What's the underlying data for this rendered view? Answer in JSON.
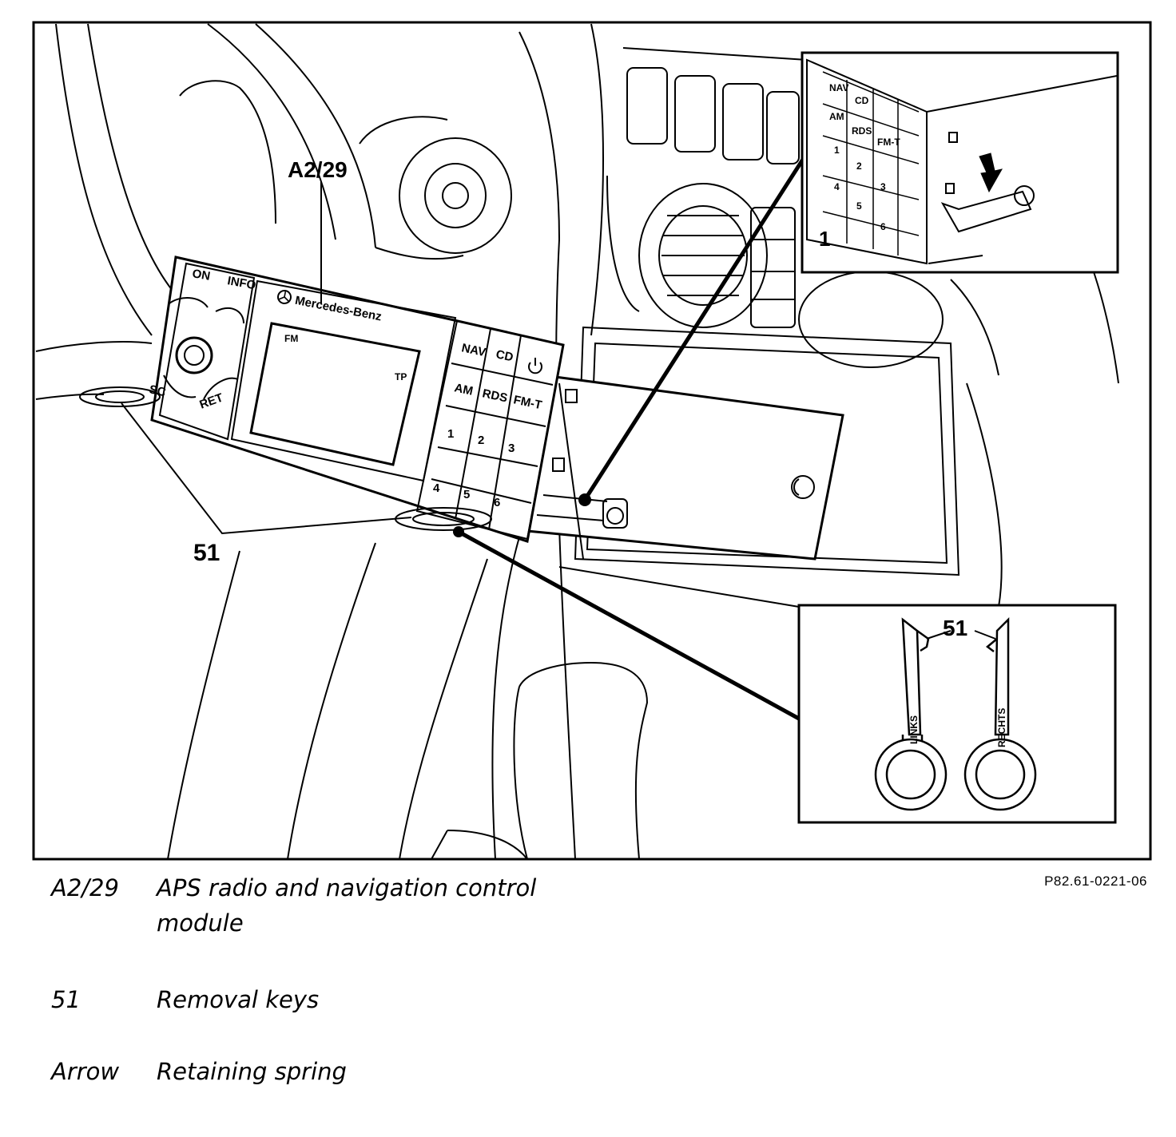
{
  "figure": {
    "callouts": {
      "module": "A2/29",
      "keys_main": "51",
      "inset_spring": "1",
      "inset_keys": "51"
    },
    "radio_face": {
      "brand": "Mercedes-Benz",
      "buttons": {
        "on": "ON",
        "info": "INFO",
        "sc": "SC",
        "ret": "RET",
        "nav": "NAV",
        "cd": "CD",
        "am": "AM",
        "rds": "RDS",
        "fmt": "FM-T",
        "n1": "1",
        "n2": "2",
        "n3": "3",
        "n4": "4",
        "n5": "5",
        "n6": "6"
      },
      "display": {
        "fm": "FM",
        "tp": "TP"
      }
    },
    "inset_spring_buttons": {
      "nav": "NAV",
      "cd": "CD",
      "am": "AM",
      "rds": "RDS",
      "fmt": "FM-T",
      "n1": "1",
      "n2": "2",
      "n3": "3",
      "n4": "4",
      "n5": "5",
      "n6": "6"
    },
    "inset_keys_labels": {
      "left": "LINKS",
      "right": "RECHTS"
    },
    "reference": "P82.61-0221-06"
  },
  "legend": [
    {
      "code": "A2/29",
      "description": "APS radio and navigation control module"
    },
    {
      "code": "51",
      "description": "Removal keys"
    },
    {
      "code": "Arrow",
      "description": "Retaining spring"
    }
  ]
}
